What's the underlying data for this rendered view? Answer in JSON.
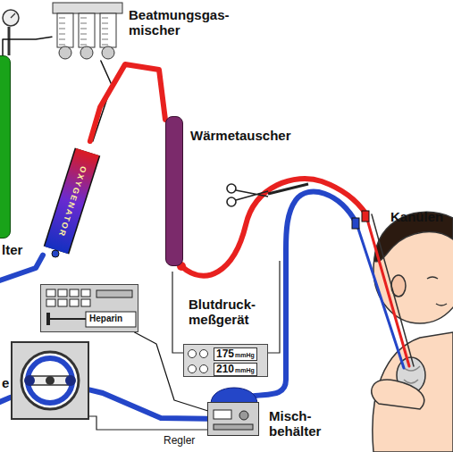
{
  "diagram": {
    "nodes": [
      {
        "text": [
          "Beatmungsgas- mischer"
        ]
      },
      {
        "text": [
          "OXYGENATOR"
        ]
      },
      {
        "text": [
          "Wärmetauscher"
        ]
      },
      {
        "text": [
          "Heparin"
        ]
      },
      {
        "text": [
          "Blutdruck- meßgerät",
          "175",
          "mmHg",
          "210",
          "mmHg"
        ]
      },
      {
        "text": [
          "Misch- behälter"
        ]
      },
      {
        "text": [
          "e"
        ]
      },
      {
        "text": [
          "lter"
        ]
      }
    ],
    "edges": [
      {
        "from": 7,
        "to": 0,
        "arrow": "none"
      },
      {
        "from": 0,
        "to": 1,
        "arrow": "none"
      },
      {
        "from": 1,
        "to": 2,
        "arrow": "none"
      },
      {
        "from": 3,
        "to": 5,
        "arrow": "none"
      },
      {
        "from": 5,
        "to": 6,
        "arrow": "none"
      },
      {
        "from": 6,
        "to": 1,
        "arrow": "none"
      }
    ],
    "labels": [
      "Kanülen",
      "Regler"
    ]
  }
}
